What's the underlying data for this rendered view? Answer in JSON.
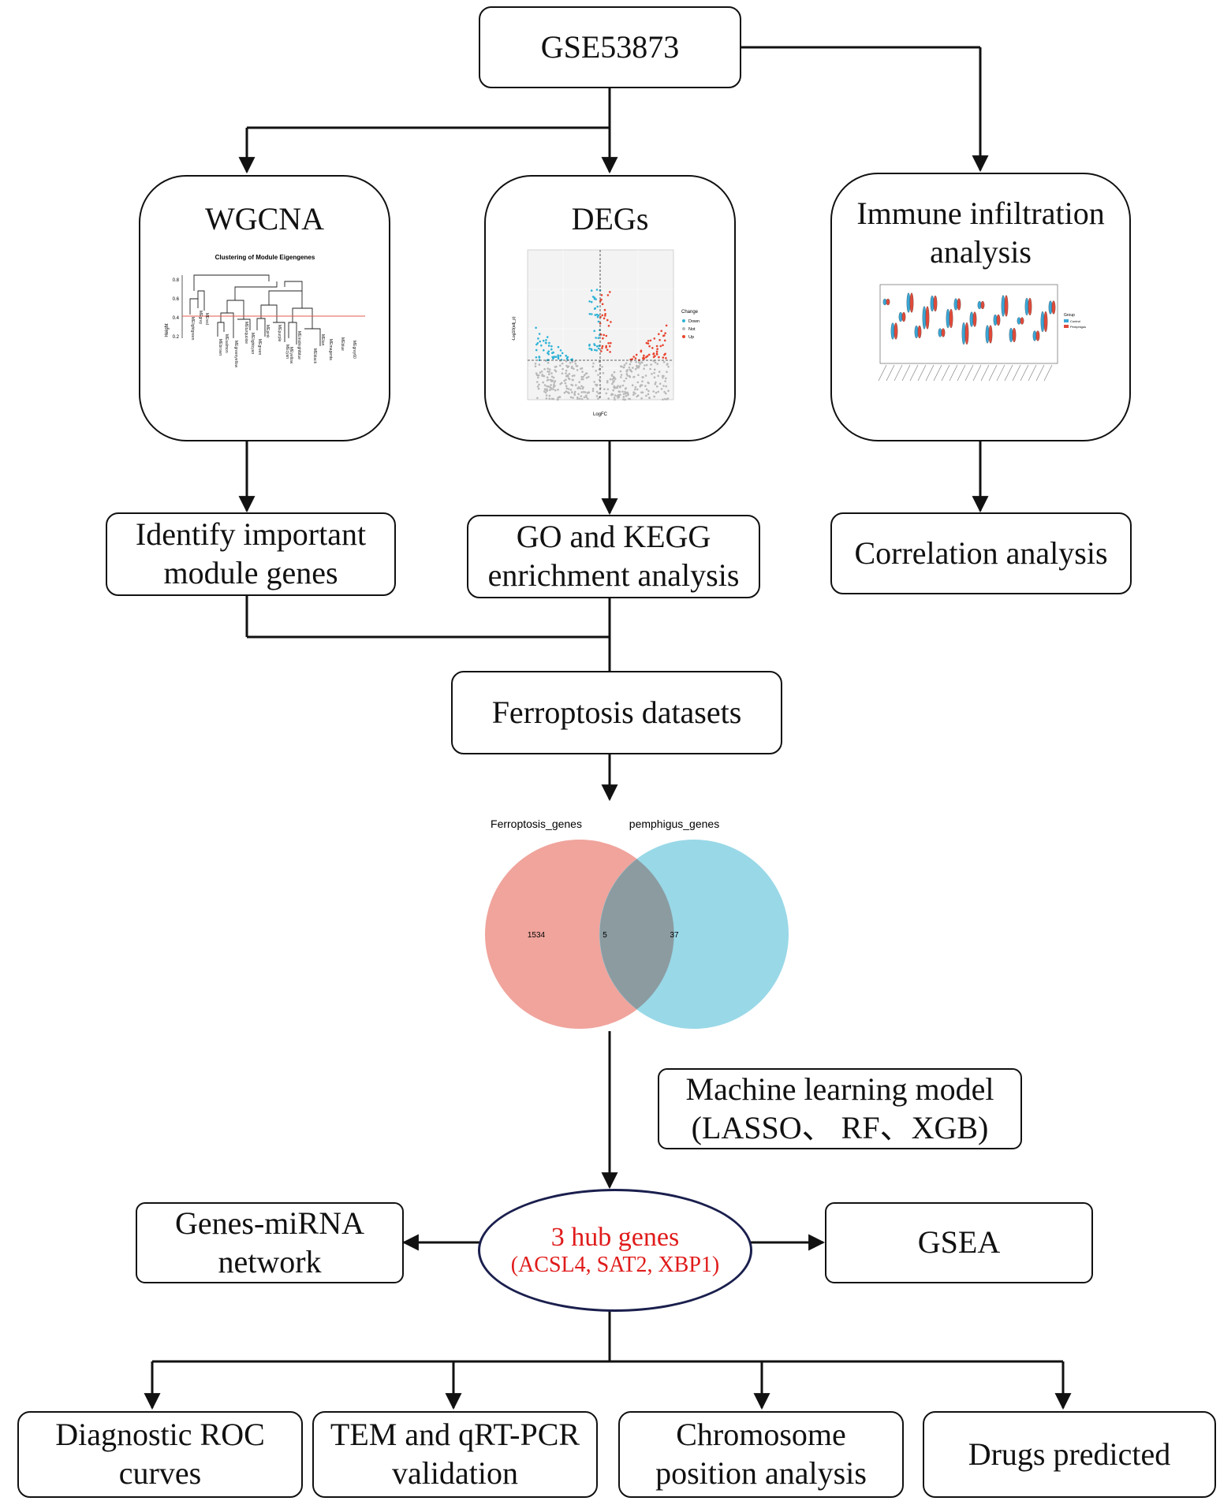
{
  "source": {
    "label": "GSE53873"
  },
  "wgcna": {
    "title": "WGCNA",
    "plot_title": "Clustering of Module Eigengenes",
    "ylabel": "Height",
    "yticks": [
      "0.2",
      "0.4",
      "0.6",
      "0.8"
    ],
    "modules": [
      "MElightgreen",
      "MEgrey",
      "MEred",
      "MEbrown",
      "MEsalmon",
      "MEgreenyellow",
      "MEturquoise",
      "MElightcyan",
      "MEgreen",
      "MEpink",
      "MEpurple",
      "MEcyan",
      "MEyellow",
      "MEmidnightblue",
      "MEblack",
      "MEtan",
      "MEmagenta",
      "MEblue",
      "MEgrey60"
    ]
  },
  "degs": {
    "title": "DEGs",
    "xlabel": "LogFC",
    "ylabel": "-Log10(adj_p)",
    "legend_title": "Change",
    "legend_items": [
      {
        "label": "Down",
        "color": "#2fb3d6"
      },
      {
        "label": "Not",
        "color": "#b8b8b8"
      },
      {
        "label": "Up",
        "color": "#e8432e"
      }
    ]
  },
  "immune": {
    "title_line1": "Immune infiltration",
    "title_line2": "analysis",
    "legend_title": "Group",
    "legend_items": [
      {
        "label": "Control",
        "color": "#3aa6d6"
      },
      {
        "label": "Pemphigus",
        "color": "#e04a3a"
      }
    ]
  },
  "steps": {
    "identify": {
      "line1": "Identify important",
      "line2": "module genes"
    },
    "go_kegg": {
      "line1": "GO and KEGG",
      "line2": "enrichment analysis"
    },
    "correlation": {
      "label": "Correlation analysis"
    },
    "ferroptosis": {
      "label": "Ferroptosis datasets"
    },
    "ml": {
      "line1": "Machine learning model",
      "line2": "(LASSO、 RF、XGB)"
    },
    "hub": {
      "line1": "3 hub genes",
      "line2": "(ACSL4, SAT2, XBP1)",
      "color": "#e01b1b"
    },
    "mirna": {
      "line1": "Genes-miRNA",
      "line2": "network"
    },
    "gsea": {
      "label": "GSEA"
    },
    "roc": {
      "line1": "Diagnostic ROC",
      "line2": "curves"
    },
    "tem": {
      "line1": "TEM and qRT-PCR",
      "line2": "validation"
    },
    "chromosome": {
      "line1": "Chromosome",
      "line2": "position analysis"
    },
    "drugs": {
      "label": "Drugs predicted"
    }
  },
  "venn": {
    "set_a": {
      "label": "Ferroptosis_genes",
      "count": "1534",
      "color": "#ec8a80"
    },
    "set_b": {
      "label": "pemphigus_genes",
      "count": "37",
      "color": "#7ccde0"
    },
    "overlap": {
      "count": "5"
    }
  }
}
